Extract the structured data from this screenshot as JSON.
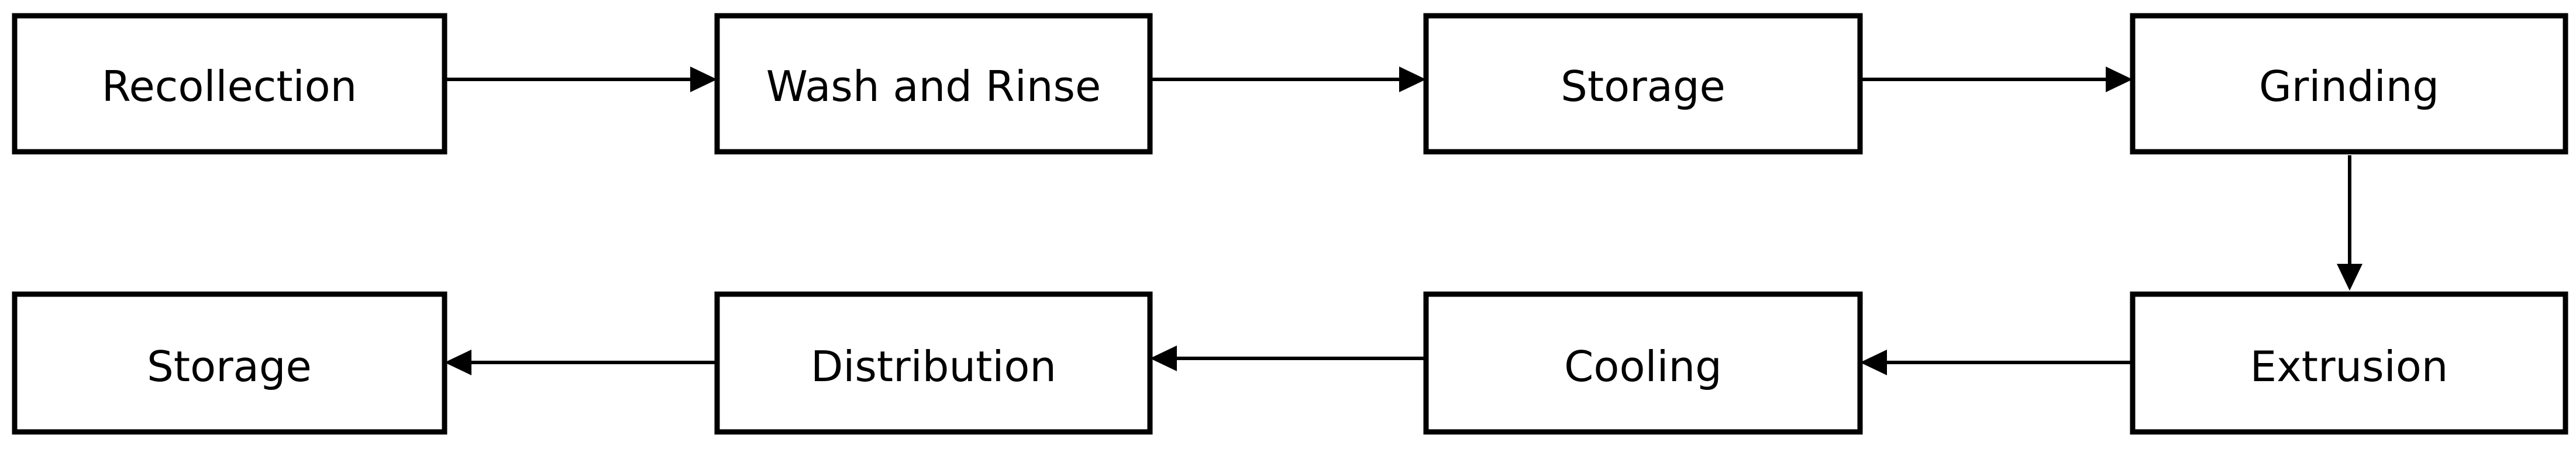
{
  "nodes": [
    {
      "id": "recollection",
      "label": "Recollection"
    },
    {
      "id": "wash-and-rinse",
      "label": "Wash and Rinse"
    },
    {
      "id": "storage-1",
      "label": "Storage"
    },
    {
      "id": "grinding",
      "label": "Grinding"
    },
    {
      "id": "extrusion",
      "label": "Extrusion"
    },
    {
      "id": "cooling",
      "label": "Cooling"
    },
    {
      "id": "distribution",
      "label": "Distribution"
    },
    {
      "id": "storage-2",
      "label": "Storage"
    }
  ],
  "edges": [
    {
      "from": "recollection",
      "to": "wash-and-rinse"
    },
    {
      "from": "wash-and-rinse",
      "to": "storage-1"
    },
    {
      "from": "storage-1",
      "to": "grinding"
    },
    {
      "from": "grinding",
      "to": "extrusion"
    },
    {
      "from": "extrusion",
      "to": "cooling"
    },
    {
      "from": "cooling",
      "to": "distribution"
    },
    {
      "from": "distribution",
      "to": "storage-2"
    }
  ]
}
